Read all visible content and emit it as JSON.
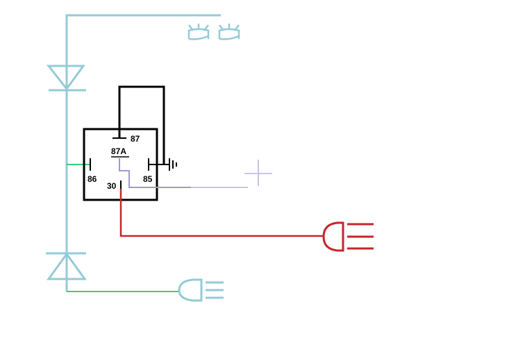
{
  "relay": {
    "pins": {
      "p87": "87",
      "p87a": "87A",
      "p86": "86",
      "p85": "85",
      "p30": "30"
    }
  },
  "colors": {
    "light_blue": "#93cbd6",
    "green": "#34d17a",
    "black": "#000000",
    "red": "#c4262a",
    "lavender": "#9f99cc",
    "pale_lavender": "#c9c3e0"
  },
  "icons": [
    "headlight-pair-icon",
    "diode-up-icon",
    "diode-down-icon",
    "ground-icon",
    "plus-terminal-icon",
    "horn-plug-icon",
    "small-horn-icon"
  ]
}
